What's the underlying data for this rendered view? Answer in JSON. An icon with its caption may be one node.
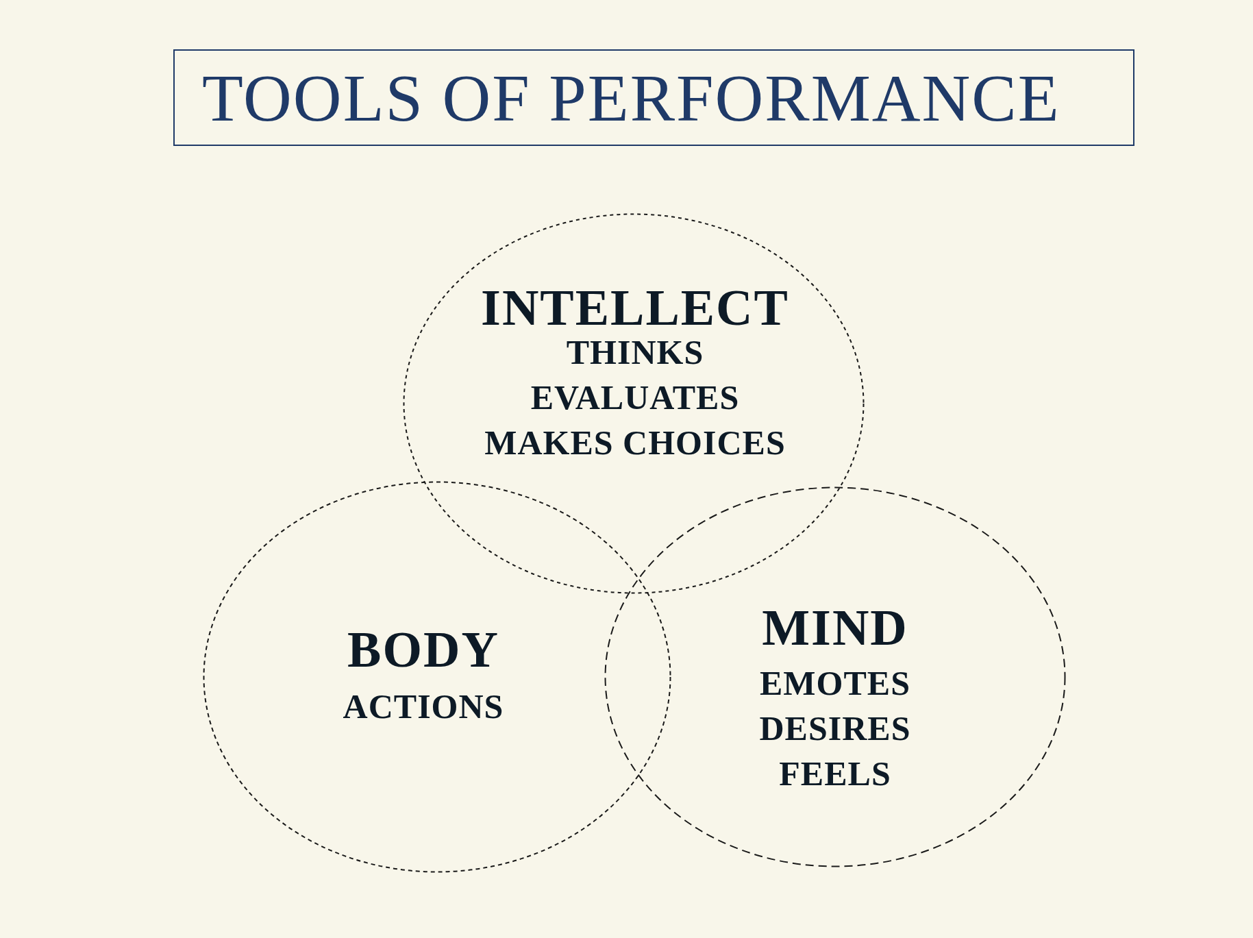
{
  "diagram": {
    "title": "TOOLS OF PERFORMANCE",
    "nodes": [
      {
        "text": [
          "INTELLECT",
          "THINKS",
          "EVALUATES",
          "MAKES CHOICES"
        ]
      },
      {
        "text": [
          "BODY",
          "ACTIONS"
        ]
      },
      {
        "text": [
          "MIND",
          "EMOTES",
          "DESIRES",
          "FEELS"
        ]
      }
    ]
  }
}
